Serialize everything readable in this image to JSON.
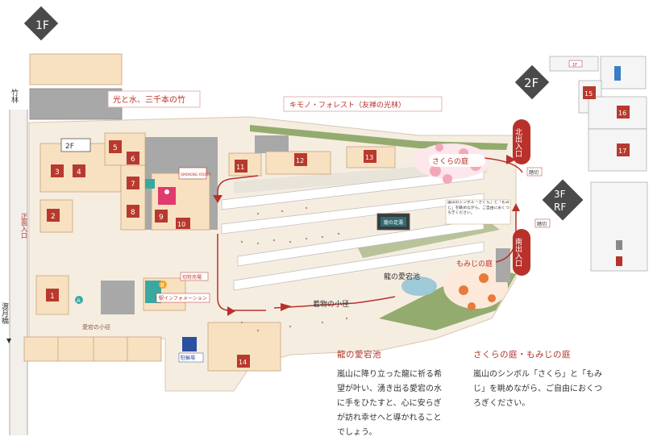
{
  "floors": {
    "f1": "1F",
    "f2": "2F",
    "f3": "3F",
    "rf": "RF"
  },
  "map_labels": {
    "chikurin": "竹林",
    "shomen_iriguchi": "正面入口",
    "togetsukyo": "渡月橋",
    "togetsukyo_arrow": "▼",
    "hikari_to_mizu": "光と水、三千本の竹",
    "kimono_forest": "キモノ・フォレスト（友禅の光林）",
    "smoking_room": "SMOKING ROOM",
    "sakura_garden": "さくらの庭",
    "momiji_garden": "もみじの庭",
    "ryu_pond": "龍の愛宕池",
    "kimono_path": "着物の小径",
    "atago_path": "愛宕の小径",
    "kippu": "切符売場",
    "info_center": "駅インフォメーション",
    "parking": "駐輪場",
    "kita_iriguchi": "北出入口",
    "minami_iriguchi": "南出入口",
    "fumikiri1": "踏切",
    "fumikiri2": "踏切",
    "ryu_ashiyu": "龍の足湯",
    "symbol_note": "嵐山のシンボル「さくら」と「もみじ」を眺めながら、ご自由におくつろぎください。",
    "stairs_2f": "2F",
    "badge_a": "A",
    "badge_b": "B",
    "mini_1f": "1F"
  },
  "shops": [
    "1",
    "2",
    "3",
    "4",
    "5",
    "6",
    "7",
    "8",
    "9",
    "10",
    "11",
    "12",
    "13",
    "14",
    "15",
    "16",
    "17"
  ],
  "info_blocks": [
    {
      "title": "龍の愛宕池",
      "body": "嵐山に降り立った龍に祈る希望が叶い、湧き出る愛宕の水に手をひたすと、心に安らぎが訪れ幸せへと導かれることでしょう。"
    },
    {
      "title": "さくらの庭・もみじの庭",
      "body": "嵐山のシンボル「さくら」と「もみじ」を眺めながら、ご自由におくつろぎください。"
    }
  ],
  "colors": {
    "shop_fill": "#b8392e",
    "building": "#f8e1c1",
    "building_stroke": "#c7a27c",
    "gray_block": "#a8a8a8",
    "floor_badge": "#4a4a4a",
    "accent_red": "#b8312a",
    "grass": "#7a9a52",
    "pond": "#9ec9d6",
    "info_teal": "#3aa89f"
  }
}
